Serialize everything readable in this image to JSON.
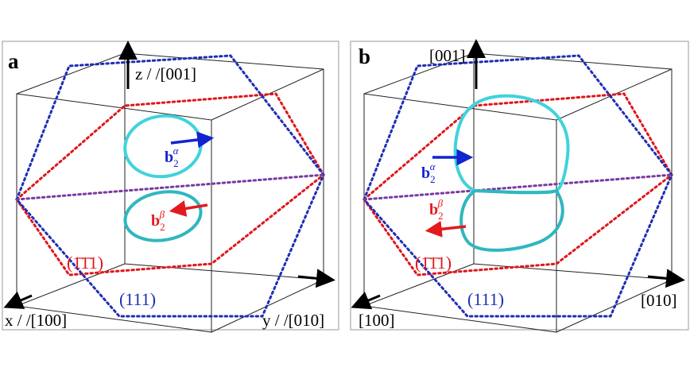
{
  "panels": [
    {
      "id": "a",
      "label": "a",
      "axis_z": "z / /[001]",
      "axis_x": "x / /[100]",
      "axis_y": "y / /[010]",
      "plane_red": "(1̄1̄1)",
      "plane_blue": "(111)",
      "burgers_alpha": {
        "base": "b",
        "sub": "2",
        "sup": "α"
      },
      "burgers_beta": {
        "base": "b",
        "sub": "2",
        "sup": "β"
      }
    },
    {
      "id": "b",
      "label": "b",
      "axis_z": "[001]",
      "axis_x": "[100]",
      "axis_y": "[010]",
      "plane_red": "(1̄1̄1)",
      "plane_blue": "(111)",
      "burgers_alpha": {
        "base": "b",
        "sub": "2",
        "sup": "α"
      },
      "burgers_beta": {
        "base": "b",
        "sub": "2",
        "sup": "β"
      }
    }
  ],
  "colors": {
    "blue": "#1f2fb3",
    "red": "#e0161b",
    "purple": "#7a3aa0",
    "cyan": "#3fd3dc",
    "cyan_outline": "#1a8f9e",
    "arrow_blue": "#1224d0",
    "arrow_red": "#e31a1c",
    "black": "#000000"
  }
}
